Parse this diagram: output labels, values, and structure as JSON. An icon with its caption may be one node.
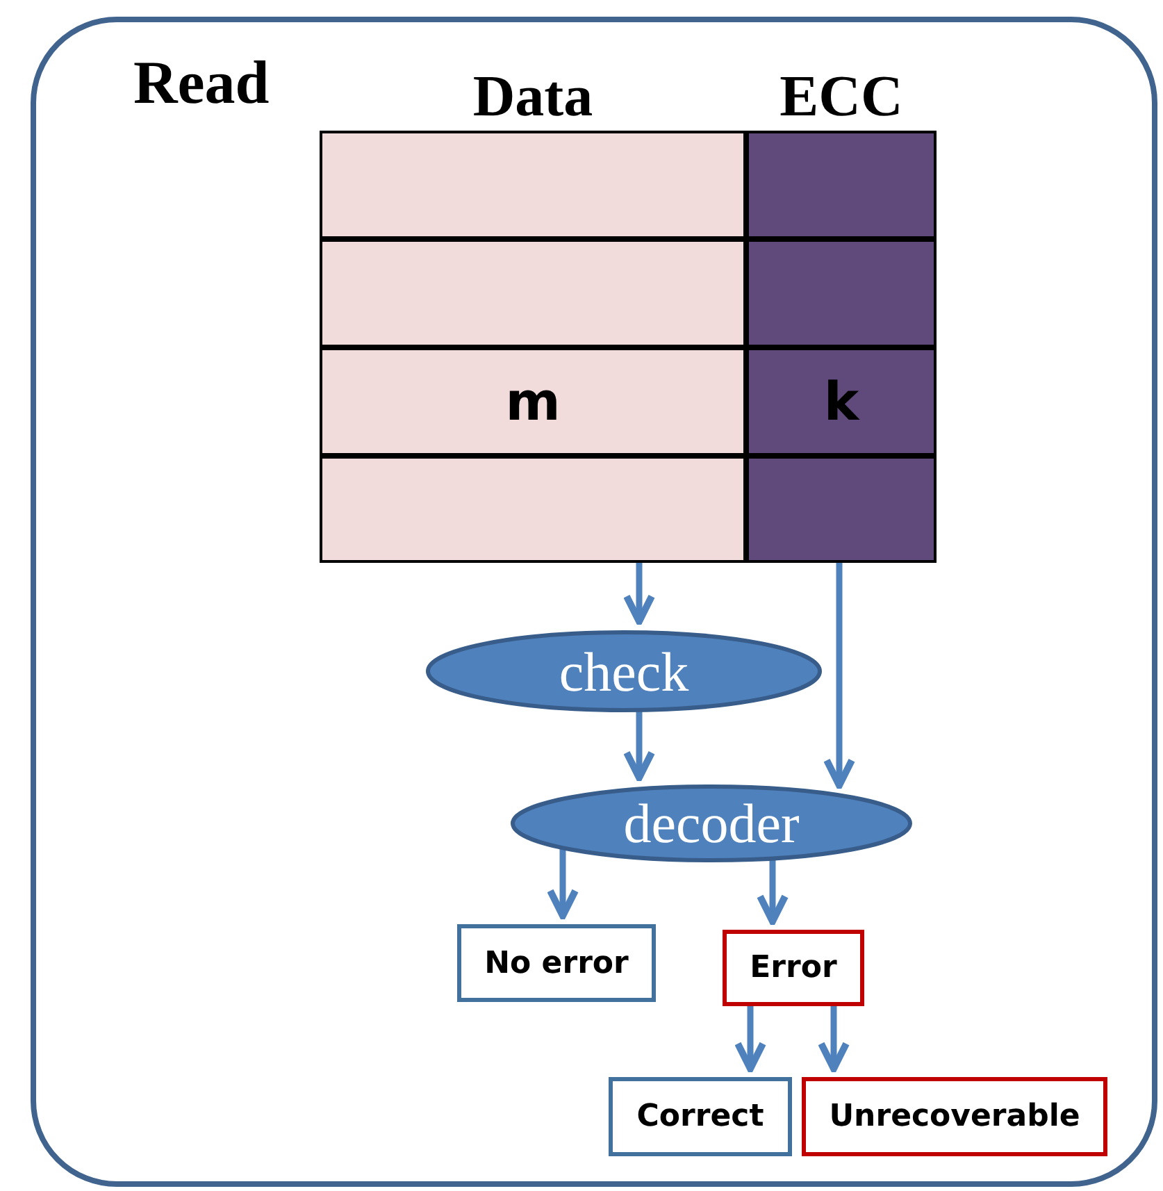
{
  "diagram": {
    "nodes": [
      {
        "text": [
          "Read"
        ]
      },
      {
        "text": [
          "Data"
        ],
        "in": 0
      },
      {
        "text": [],
        "shape": "box",
        "in": 1
      },
      {
        "text": [],
        "shape": "box",
        "in": 1
      },
      {
        "text": [
          "m"
        ],
        "in": 1
      },
      {
        "text": [],
        "shape": "box",
        "in": 1
      },
      {
        "text": [
          "ECC"
        ],
        "in": 0
      },
      {
        "text": [],
        "shape": "box",
        "in": 6
      },
      {
        "text": [],
        "shape": "box",
        "in": 6
      },
      {
        "text": [
          "k"
        ],
        "in": 6
      },
      {
        "text": [],
        "shape": "box",
        "in": 6
      },
      {
        "text": [
          "check"
        ],
        "in": 0
      },
      {
        "text": [
          "decoder"
        ],
        "in": 0
      },
      {
        "text": [
          "No error"
        ],
        "in": 0
      },
      {
        "text": [
          "Error"
        ],
        "in": 0
      },
      {
        "text": [
          "Correct"
        ],
        "in": 0
      },
      {
        "text": [
          "Unrecoverable"
        ],
        "in": 0
      }
    ],
    "edges": [
      {
        "from": 1,
        "to": 11,
        "arrow": "to"
      },
      {
        "from": 6,
        "to": 12,
        "arrow": "to"
      },
      {
        "from": 11,
        "to": 12,
        "arrow": "to"
      },
      {
        "from": 12,
        "to": 13,
        "arrow": "to"
      },
      {
        "from": 12,
        "to": 14,
        "arrow": "to"
      },
      {
        "from": 14,
        "to": 15,
        "arrow": "to"
      },
      {
        "from": 14,
        "to": 16,
        "arrow": "to"
      }
    ]
  }
}
